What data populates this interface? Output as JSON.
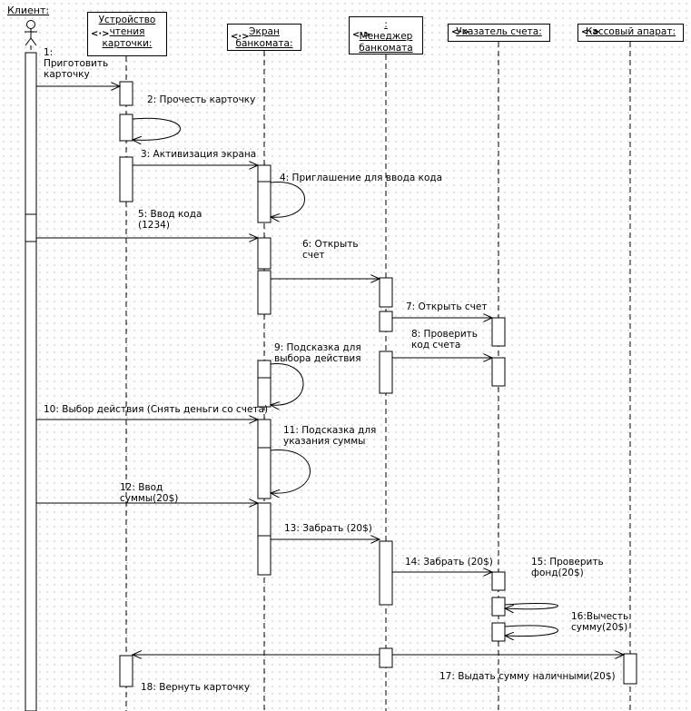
{
  "actor": {
    "name": "Клиент:"
  },
  "objects": [
    {
      "id": "card_reader",
      "lines": [
        "Устройство",
        "чтения",
        "карточки:"
      ]
    },
    {
      "id": "atm_screen",
      "lines": [
        "Экран",
        "банкомата:"
      ]
    },
    {
      "id": "atm_manager",
      "lines": [
        ":",
        "Менеджер",
        "банкомата"
      ]
    },
    {
      "id": "account_pointer",
      "lines": [
        "Указатель счета:"
      ]
    },
    {
      "id": "cash_register",
      "lines": [
        "Кассовый апарат:"
      ]
    }
  ],
  "object_icon": "<·>",
  "messages": [
    {
      "n": "1",
      "lines": [
        "1:",
        "Приготовить",
        "карточку"
      ]
    },
    {
      "n": "2",
      "lines": [
        "2: Прочесть карточку"
      ]
    },
    {
      "n": "3",
      "lines": [
        "3: Активизация экрана"
      ]
    },
    {
      "n": "4",
      "lines": [
        "4: Приглашение для ввода кода"
      ]
    },
    {
      "n": "5",
      "lines": [
        "5: Ввод кода",
        "(1234)"
      ]
    },
    {
      "n": "6",
      "lines": [
        "6: Открыть",
        "счет"
      ]
    },
    {
      "n": "7",
      "lines": [
        "7: Открыть счет"
      ]
    },
    {
      "n": "8",
      "lines": [
        "8: Проверить",
        "код счета"
      ]
    },
    {
      "n": "9",
      "lines": [
        "9: Подсказка для",
        "выбора действия"
      ]
    },
    {
      "n": "10",
      "lines": [
        "10: Выбор действия (Снять деньги со счета)"
      ]
    },
    {
      "n": "11",
      "lines": [
        "11: Подсказка для",
        "указания суммы"
      ]
    },
    {
      "n": "12",
      "lines": [
        "12: Ввод",
        "суммы(20$)"
      ]
    },
    {
      "n": "13",
      "lines": [
        "13: Забрать (20$)"
      ]
    },
    {
      "n": "14",
      "lines": [
        "14: Забрать (20$)"
      ]
    },
    {
      "n": "15",
      "lines": [
        "15: Проверить",
        "фонд(20$)"
      ]
    },
    {
      "n": "16",
      "lines": [
        "16:Вычесть",
        "сумму(20$)"
      ]
    },
    {
      "n": "17",
      "lines": [
        "17: Выдать сумму наличными(20$)"
      ]
    },
    {
      "n": "18",
      "lines": [
        "18: Вернуть карточку"
      ]
    }
  ]
}
